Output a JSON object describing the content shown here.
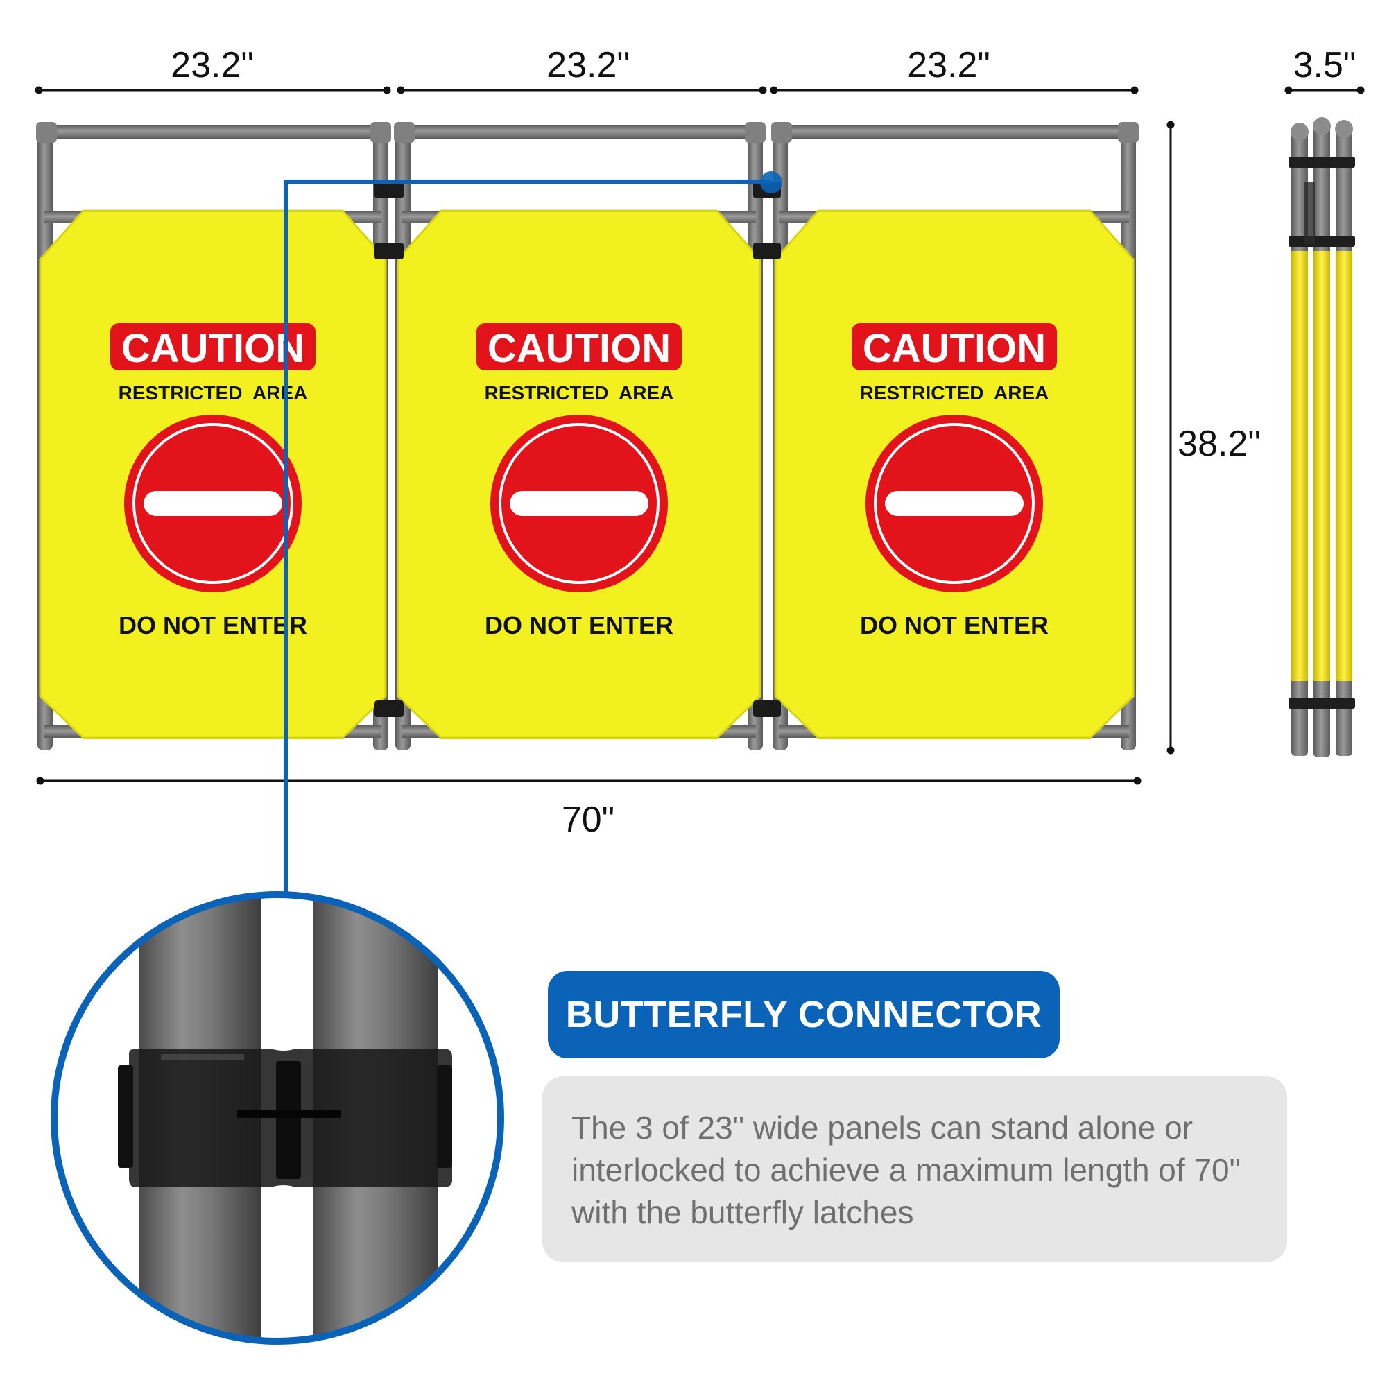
{
  "dimensions": {
    "panel_width_1": "23.2\"",
    "panel_width_2": "23.2\"",
    "panel_width_3": "23.2\"",
    "folded_depth": "3.5\"",
    "height": "38.2\"",
    "total_length": "70\""
  },
  "panels": [
    {
      "caption": "CAUTION",
      "subtitle": "RESTRICTED  AREA",
      "footer": "DO NOT ENTER"
    },
    {
      "caption": "CAUTION",
      "subtitle": "RESTRICTED  AREA",
      "footer": "DO NOT ENTER"
    },
    {
      "caption": "CAUTION",
      "subtitle": "RESTRICTED  AREA",
      "footer": "DO NOT ENTER"
    }
  ],
  "feature": {
    "title": "BUTTERFLY CONNECTOR",
    "description": "The 3 of 23\" wide panels can stand alone or interlocked to achieve a maximum length of 70\" with the butterfly latches"
  },
  "colors": {
    "panel_yellow": "#f2f01e",
    "caution_red": "#e3131b",
    "frame_gray": "#7a7a7a",
    "accent_blue": "#0a63b6",
    "desc_bg": "#e6e6e6"
  }
}
